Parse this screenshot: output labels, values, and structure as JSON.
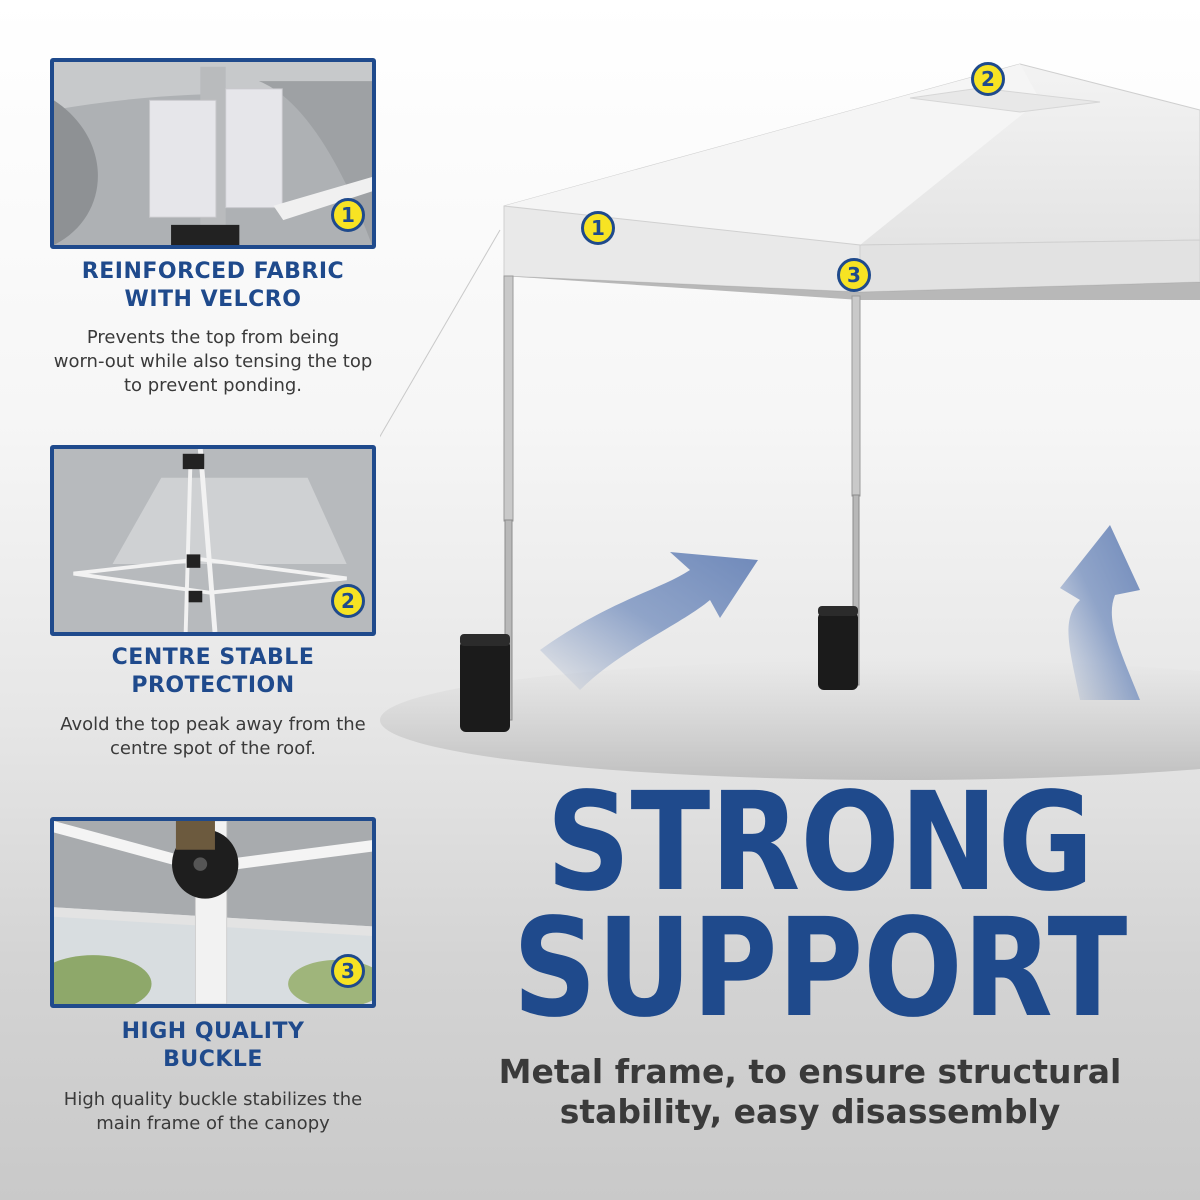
{
  "features": [
    {
      "number": "1",
      "title": "REINFORCED FABRIC\nWITH VELCRO",
      "description": "Prevents the top from being\nworn-out while also tensing the top\nto prevent ponding."
    },
    {
      "number": "2",
      "title": "CENTRE STABLE\nPROTECTION",
      "description": "Avold the top peak away from the\ncentre spot of the roof."
    },
    {
      "number": "3",
      "title": "HIGH QUALITY\nBUCKLE",
      "description": "High quality buckle stabilizes the\nmain frame of the canopy"
    }
  ],
  "headline": {
    "line1": "STRONG",
    "line2": "SUPPORT"
  },
  "subtitle": "Metal frame, to ensure structural\nstability, easy disassembly",
  "canopy_markers": [
    "1",
    "2",
    "3"
  ],
  "colors": {
    "accent_blue": "#1f4a8c",
    "badge_yellow": "#f7e323",
    "arrow_blue": "#7f97c2"
  },
  "icons": [
    "number-badge-icon",
    "up-arrow-icon"
  ]
}
